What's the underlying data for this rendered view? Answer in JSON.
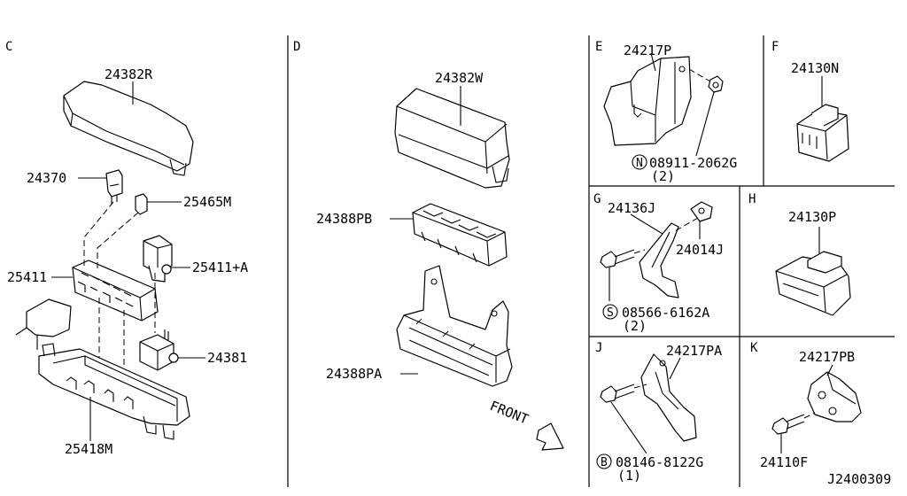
{
  "sections": {
    "c": "C",
    "d": "D",
    "e": "E",
    "f": "F",
    "g": "G",
    "h": "H",
    "j": "J",
    "k": "K"
  },
  "parts": {
    "p24382R": "24382R",
    "p24370": "24370",
    "p25465M": "25465M",
    "p25411": "25411",
    "p25411A": "25411+A",
    "p24381": "24381",
    "p25418M": "25418M",
    "p24382W": "24382W",
    "p24388PB": "24388PB",
    "p24388PA": "24388PA",
    "p24217P": "24217P",
    "p08911": "08911-2062G",
    "p08911_qty": "(2)",
    "p24130N": "24130N",
    "p24136J": "24136J",
    "p24014J": "24014J",
    "p08566": "08566-6162A",
    "p08566_qty": "(2)",
    "p24130P": "24130P",
    "p24217PA": "24217PA",
    "p08146": "08146-8122G",
    "p08146_qty": "(1)",
    "p24217PB": "24217PB",
    "p24110F": "24110F"
  },
  "symbols": {
    "n": "N",
    "s": "S",
    "b": "B"
  },
  "front_label": "FRONT",
  "diagram_id": "J2400309"
}
